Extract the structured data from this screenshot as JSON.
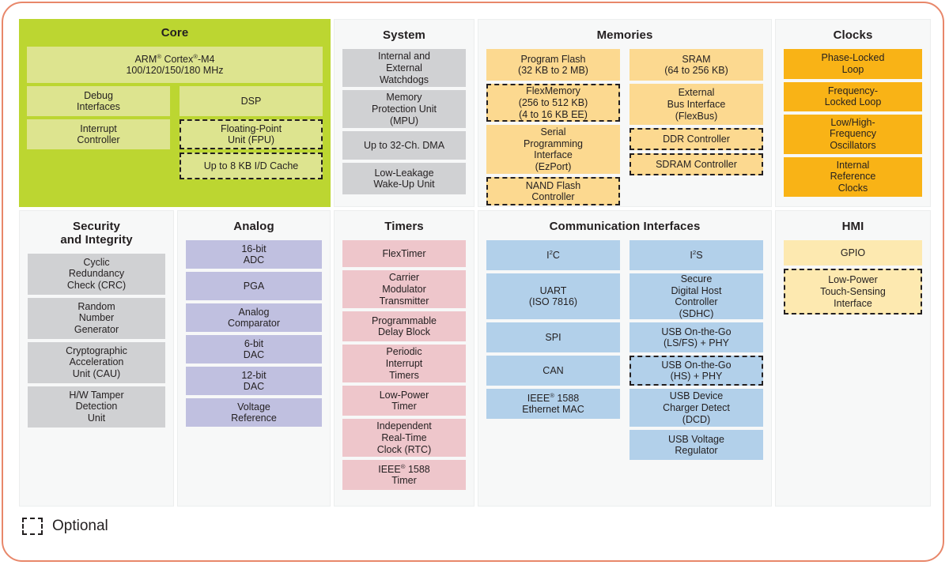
{
  "diagram": {
    "legend": {
      "swatch_style": "dashed-rect",
      "label": "Optional"
    },
    "border_color": "#e8876a",
    "panels": [
      {
        "id": "core",
        "title": "Core",
        "accent": "#bcd631",
        "block_color": "#dde48f",
        "blocks_full": [
          {
            "label": "ARM® Cortex®-M4\n100/120/150/180 MHz",
            "line1": "ARM® Cortex®-M4",
            "line2": "100/120/150/180 MHz",
            "optional": false
          }
        ],
        "left_column": [
          {
            "label": "Debug\nInterfaces",
            "optional": false,
            "height": 38
          },
          {
            "label": "Interrupt\nController",
            "optional": false,
            "height": 38
          }
        ],
        "right_column": [
          {
            "label": "DSP",
            "optional": false,
            "height": 38
          },
          {
            "label": "Floating-Point\nUnit (FPU)",
            "optional": true,
            "height": 38
          },
          {
            "label": "Up to 8 KB I/D Cache",
            "optional": true,
            "height": 34
          }
        ]
      },
      {
        "id": "system",
        "title": "System",
        "block_color": "#d0d1d3",
        "blocks": [
          {
            "label": "Internal and\nExternal\nWatchdogs",
            "optional": false,
            "height": 48
          },
          {
            "label": "Memory\nProtection Unit\n(MPU)",
            "optional": false,
            "height": 48
          },
          {
            "label": "Up to 32-Ch. DMA",
            "optional": false,
            "height": 36
          },
          {
            "label": "Low-Leakage\nWake-Up Unit",
            "optional": false,
            "height": 40
          }
        ]
      },
      {
        "id": "memories",
        "title": "Memories",
        "block_color": "#fcd990",
        "left_column": [
          {
            "label": "Program Flash\n(32 KB to 2 MB)",
            "optional": false,
            "height": 40
          },
          {
            "label": "FlexMemory\n(256 to 512 KB)\n(4 to 16 KB EE)",
            "optional": true,
            "height": 48
          },
          {
            "label": "Serial\nProgramming\nInterface\n(EzPort)",
            "optional": false,
            "height": 62
          },
          {
            "label": "NAND Flash\nController",
            "optional": true,
            "height": 36
          }
        ],
        "right_column": [
          {
            "label": "SRAM\n(64 to 256 KB)",
            "optional": false,
            "height": 40
          },
          {
            "label": "External\nBus Interface\n(FlexBus)",
            "optional": false,
            "height": 52
          },
          {
            "label": "DDR Controller",
            "optional": true,
            "height": 28
          },
          {
            "label": "SDRAM Controller",
            "optional": true,
            "height": 28
          }
        ]
      },
      {
        "id": "clocks",
        "title": "Clocks",
        "block_color": "#f9b316",
        "blocks": [
          {
            "label": "Phase-Locked\nLoop",
            "optional": false,
            "height": 38
          },
          {
            "label": "Frequency-\nLocked Loop",
            "optional": false,
            "height": 38
          },
          {
            "label": "Low/High-\nFrequency\nOscillators",
            "optional": false,
            "height": 50
          },
          {
            "label": "Internal\nReference\nClocks",
            "optional": false,
            "height": 50
          }
        ]
      },
      {
        "id": "security",
        "title": "Security\nand Integrity",
        "title_line1": "Security",
        "title_line2": "and Integrity",
        "block_color": "#d0d1d3",
        "blocks": [
          {
            "label": "Cyclic\nRedundancy\nCheck (CRC)",
            "optional": false,
            "height": 52
          },
          {
            "label": "Random\nNumber\nGenerator",
            "optional": false,
            "height": 52
          },
          {
            "label": "Cryptographic\nAcceleration\nUnit (CAU)",
            "optional": false,
            "height": 52
          },
          {
            "label": "H/W Tamper\nDetection\nUnit",
            "optional": false,
            "height": 52
          }
        ]
      },
      {
        "id": "analog",
        "title": "Analog",
        "block_color": "#c0c0e0",
        "blocks": [
          {
            "label": "16-bit\nADC",
            "optional": false,
            "height": 36
          },
          {
            "label": "PGA",
            "optional": false,
            "height": 36
          },
          {
            "label": "Analog\nComparator",
            "optional": false,
            "height": 36
          },
          {
            "label": "6-bit\nDAC",
            "optional": false,
            "height": 36
          },
          {
            "label": "12-bit\nDAC",
            "optional": false,
            "height": 36
          },
          {
            "label": "Voltage\nReference",
            "optional": false,
            "height": 36
          }
        ]
      },
      {
        "id": "timers",
        "title": "Timers",
        "block_color": "#eec6cb",
        "blocks": [
          {
            "label": "FlexTimer",
            "optional": false,
            "height": 34
          },
          {
            "label": "Carrier\nModulator\nTransmitter",
            "optional": false,
            "height": 48
          },
          {
            "label": "Programmable\nDelay Block",
            "optional": false,
            "height": 38
          },
          {
            "label": "Periodic\nInterrupt\nTimers",
            "optional": false,
            "height": 48
          },
          {
            "label": "Low-Power\nTimer",
            "optional": false,
            "height": 38
          },
          {
            "label": "Independent\nReal-Time\nClock (RTC)",
            "optional": false,
            "height": 48
          },
          {
            "label": "IEEE® 1588\nTimer",
            "optional": false,
            "height": 38
          }
        ]
      },
      {
        "id": "communication",
        "title": "Communication Interfaces",
        "block_color": "#b2d0ea",
        "left_column": [
          {
            "label": "I²C",
            "optional": false,
            "height": 38
          },
          {
            "label": "UART\n(ISO 7816)",
            "optional": false,
            "height": 58
          },
          {
            "label": "SPI",
            "optional": false,
            "height": 38
          },
          {
            "label": "CAN",
            "optional": false,
            "height": 38
          },
          {
            "label": "IEEE® 1588\nEthernet MAC",
            "optional": false,
            "height": 38
          }
        ],
        "right_column": [
          {
            "label": "I²S",
            "optional": false,
            "height": 38
          },
          {
            "label": "Secure\nDigital Host\nController\n(SDHC)",
            "optional": false,
            "height": 58
          },
          {
            "label": "USB On-the-Go\n(LS/FS) + PHY",
            "optional": false,
            "height": 38
          },
          {
            "label": "USB On-the-Go\n(HS) + PHY",
            "optional": true,
            "height": 38
          },
          {
            "label": "USB Device\nCharger Detect\n(DCD)",
            "optional": false,
            "height": 48
          },
          {
            "label": "USB Voltage\nRegulator",
            "optional": false,
            "height": 38
          }
        ]
      },
      {
        "id": "hmi",
        "title": "HMI",
        "block_color": "#fde9b0",
        "blocks": [
          {
            "label": "GPIO",
            "optional": false,
            "height": 32
          },
          {
            "label": "Low-Power\nTouch-Sensing\nInterface",
            "optional": true,
            "height": 58
          }
        ]
      }
    ]
  }
}
